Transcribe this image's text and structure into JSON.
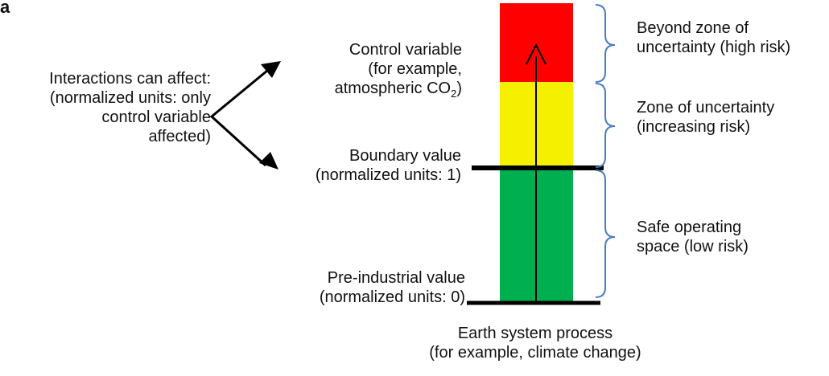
{
  "panel_label": "a",
  "left_text": {
    "line1": "Interactions can affect:",
    "line2": "(normalized units: only",
    "line3": "control variable",
    "line4": "affected)"
  },
  "control_variable": {
    "line1": "Control variable",
    "line2": "(for example,",
    "line3_prefix": "atmospheric CO",
    "line3_sub": "2",
    "line3_suffix": ")"
  },
  "boundary": {
    "line1": "Boundary value",
    "line2": "(normalized units: 1)"
  },
  "preindustrial": {
    "line1": "Pre-industrial value",
    "line2": "(normalized units: 0)"
  },
  "zones": {
    "high": {
      "line1": "Beyond zone of",
      "line2": "uncertainty (high risk)",
      "color": "#ff0000"
    },
    "uncertainty": {
      "line1": "Zone of uncertainty",
      "line2": "(increasing risk)",
      "color": "#f5ef00"
    },
    "safe": {
      "line1": "Safe operating",
      "line2": "space (low risk)",
      "color": "#00b050"
    }
  },
  "bottom": {
    "line1": "Earth system process",
    "line2": "(for example, climate change)"
  },
  "colors": {
    "bracket": "#4a7ebb",
    "line": "#000000"
  }
}
